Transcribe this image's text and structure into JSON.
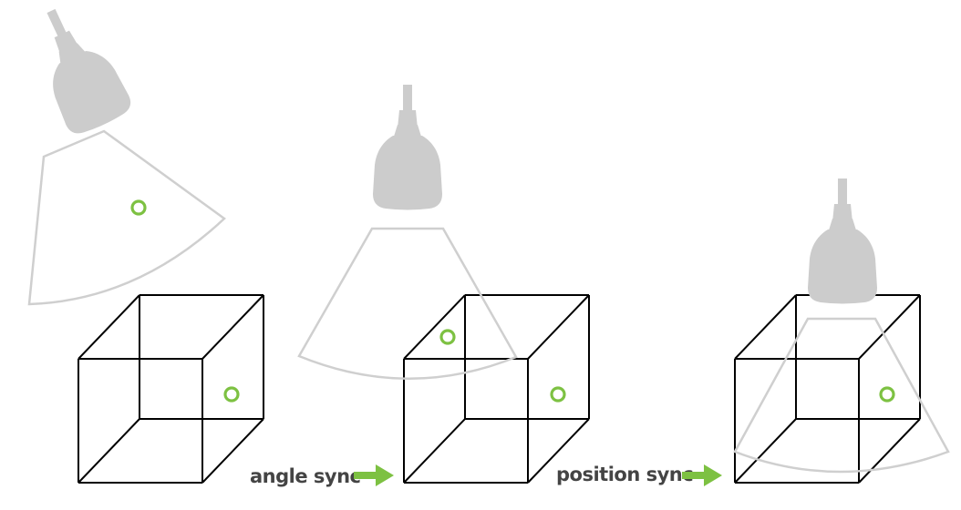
{
  "colors": {
    "accent": "#7dc142",
    "probe": "#cccccc",
    "beam": "#cfcfcf",
    "cube": "#000000",
    "label": "#444444"
  },
  "panels": [
    {
      "step": 1,
      "description_label": ""
    },
    {
      "step": 2,
      "description_label": ""
    },
    {
      "step": 3,
      "description_label": ""
    }
  ],
  "transitions": [
    {
      "label": "angle sync",
      "arrow_icon": "right-arrow-icon"
    },
    {
      "label": "position sync",
      "arrow_icon": "right-arrow-icon"
    }
  ]
}
